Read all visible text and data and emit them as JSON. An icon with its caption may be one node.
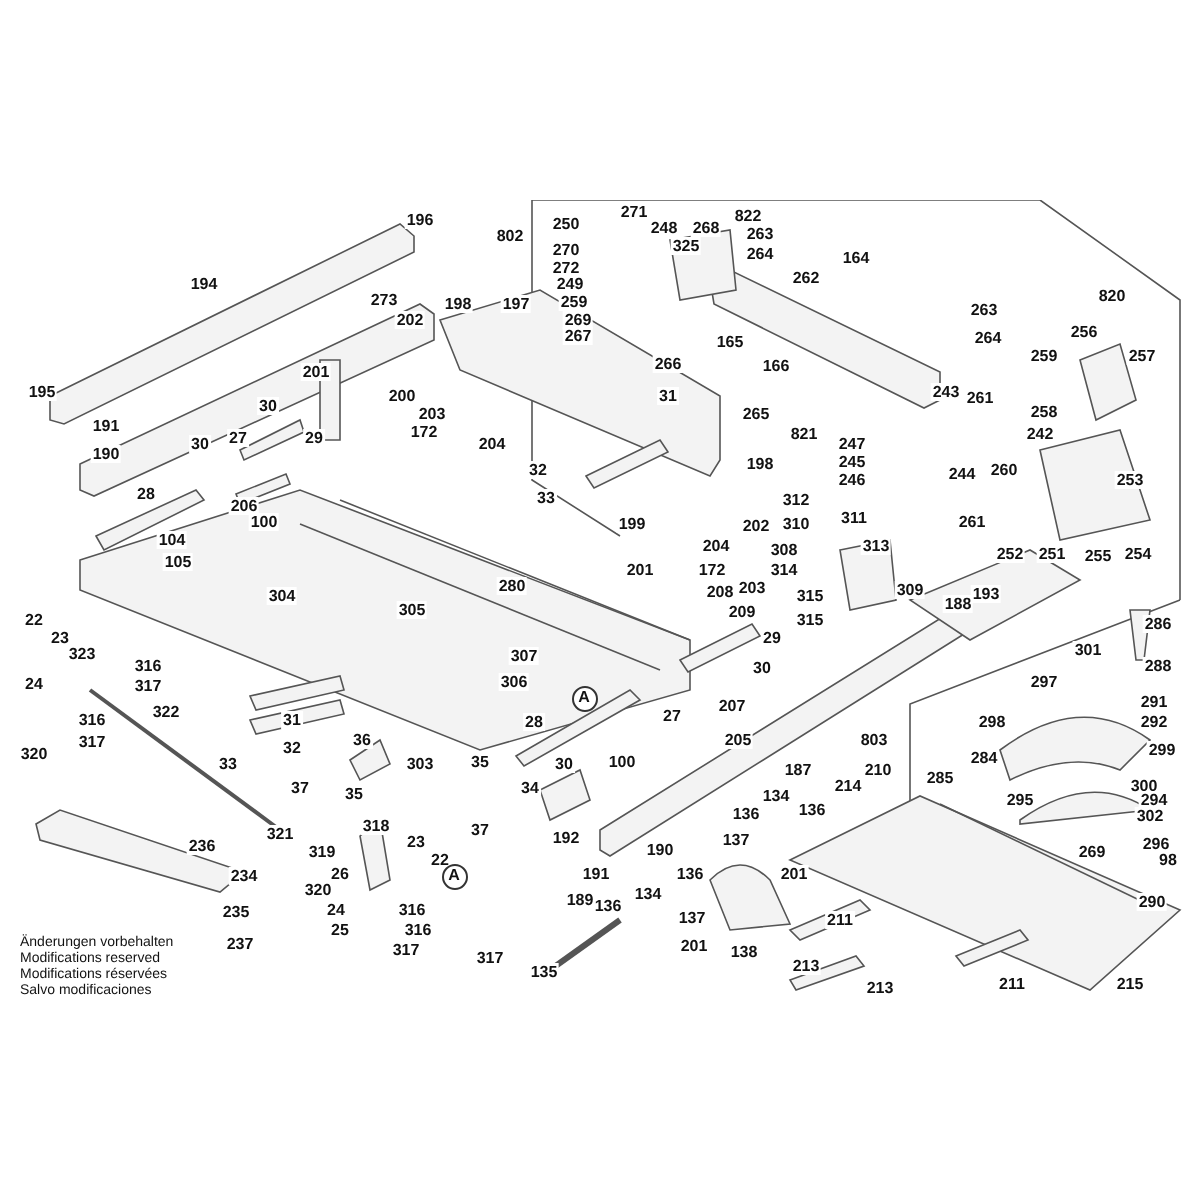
{
  "diagram": {
    "labels": [
      "196",
      "194",
      "273",
      "202",
      "198",
      "197",
      "802",
      "250",
      "271",
      "248",
      "268",
      "822",
      "270",
      "272",
      "249",
      "259",
      "269",
      "267",
      "325",
      "263",
      "264",
      "164",
      "262",
      "820",
      "263",
      "264",
      "165",
      "166",
      "266",
      "259",
      "256",
      "257",
      "258",
      "243",
      "261",
      "265",
      "821",
      "31",
      "242",
      "247",
      "245",
      "246",
      "244",
      "260",
      "253",
      "261",
      "252",
      "251",
      "255",
      "254",
      "198",
      "312",
      "310",
      "311",
      "313",
      "308",
      "314",
      "199",
      "202",
      "204",
      "172",
      "201",
      "203",
      "309",
      "315",
      "315",
      "188",
      "193",
      "208",
      "209",
      "286",
      "301",
      "288",
      "29",
      "30",
      "27",
      "297",
      "291",
      "292",
      "298",
      "803",
      "207",
      "205",
      "284",
      "299",
      "187",
      "100",
      "300",
      "294",
      "285",
      "210",
      "214",
      "295",
      "302",
      "296",
      "269",
      "98",
      "290",
      "134",
      "136",
      "136",
      "137",
      "190",
      "191",
      "201",
      "136",
      "134",
      "136",
      "137",
      "201",
      "138",
      "211",
      "213",
      "213",
      "211",
      "215",
      "195",
      "191",
      "190",
      "201",
      "200",
      "203",
      "172",
      "204",
      "30",
      "29",
      "30",
      "27",
      "28",
      "206",
      "100",
      "104",
      "105",
      "32",
      "33",
      "280",
      "304",
      "305",
      "307",
      "306",
      "22",
      "23",
      "323",
      "316",
      "317",
      "24",
      "316",
      "317",
      "320",
      "322",
      "31",
      "32",
      "36",
      "33",
      "303",
      "35",
      "A",
      "28",
      "30",
      "35",
      "37",
      "34",
      "321",
      "319",
      "37",
      "192",
      "26",
      "318",
      "23",
      "22",
      "A",
      "236",
      "234",
      "320",
      "24",
      "189",
      "25",
      "235",
      "316",
      "316",
      "317",
      "317",
      "237",
      "135",
      "Änderungen vorbehalten",
      "Modifications reserved",
      "Modifications réservées",
      "Salvo modificaciones"
    ]
  }
}
